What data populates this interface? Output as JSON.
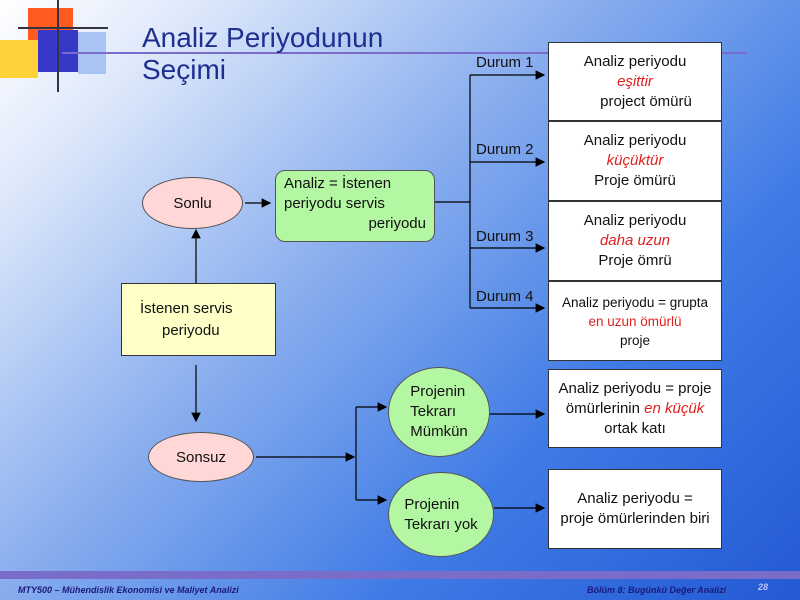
{
  "title": {
    "line1": "Analiz Periyodunun",
    "line2": "Seçimi"
  },
  "nodes": {
    "sonlu": "Sonlu",
    "sonsuz": "Sonsuz",
    "istenen": {
      "line1": "İstenen servis",
      "line2": "periyodu"
    },
    "analiz_box": {
      "line1": "Analiz = İstenen",
      "line2": "periyodu   servis",
      "line3": "periyodu"
    },
    "tekrar_mumkun": {
      "line1": "Projenin",
      "line2": "Tekrarı",
      "line3": "Mümkün"
    },
    "tekrar_yok": {
      "line1": "Projenin",
      "line2": "Tekrarı yok"
    }
  },
  "durum_labels": [
    "Durum 1",
    "Durum 2",
    "Durum 3",
    "Durum 4"
  ],
  "outcomes": {
    "d1": {
      "l1": "Analiz periyodu",
      "red": "eşittir",
      "l3": "project ömürü"
    },
    "d2": {
      "l1": "Analiz periyodu",
      "red": "küçüktür",
      "l3": "Proje ömürü"
    },
    "d3": {
      "l1": "Analiz periyodu",
      "red": "daha uzun",
      "l3": "Proje ömrü"
    },
    "d4": {
      "l1": "Analiz periyodu = grupta",
      "red": "en uzun ömürlü",
      "l3": "proje"
    },
    "m1": {
      "l1": "Analiz periyodu = proje",
      "l2a": "ömürlerinin ",
      "red": "en küçük",
      "l3": "ortak katı"
    },
    "m2": {
      "l1": "Analiz periyodu =",
      "l2": "proje ömürlerinden biri"
    }
  },
  "footer": {
    "left": "MTY500 – Mühendislik Ekonomisi ve Maliyet Analizi",
    "right": "Bölüm 8: Bugünkü Değer Analizi",
    "page": "28"
  },
  "colors": {
    "title": "#1f2f8f",
    "highlight": "#e02020",
    "pink": "#ffd7d7",
    "green": "#b4f7a3",
    "yellow": "#ffffc8"
  }
}
